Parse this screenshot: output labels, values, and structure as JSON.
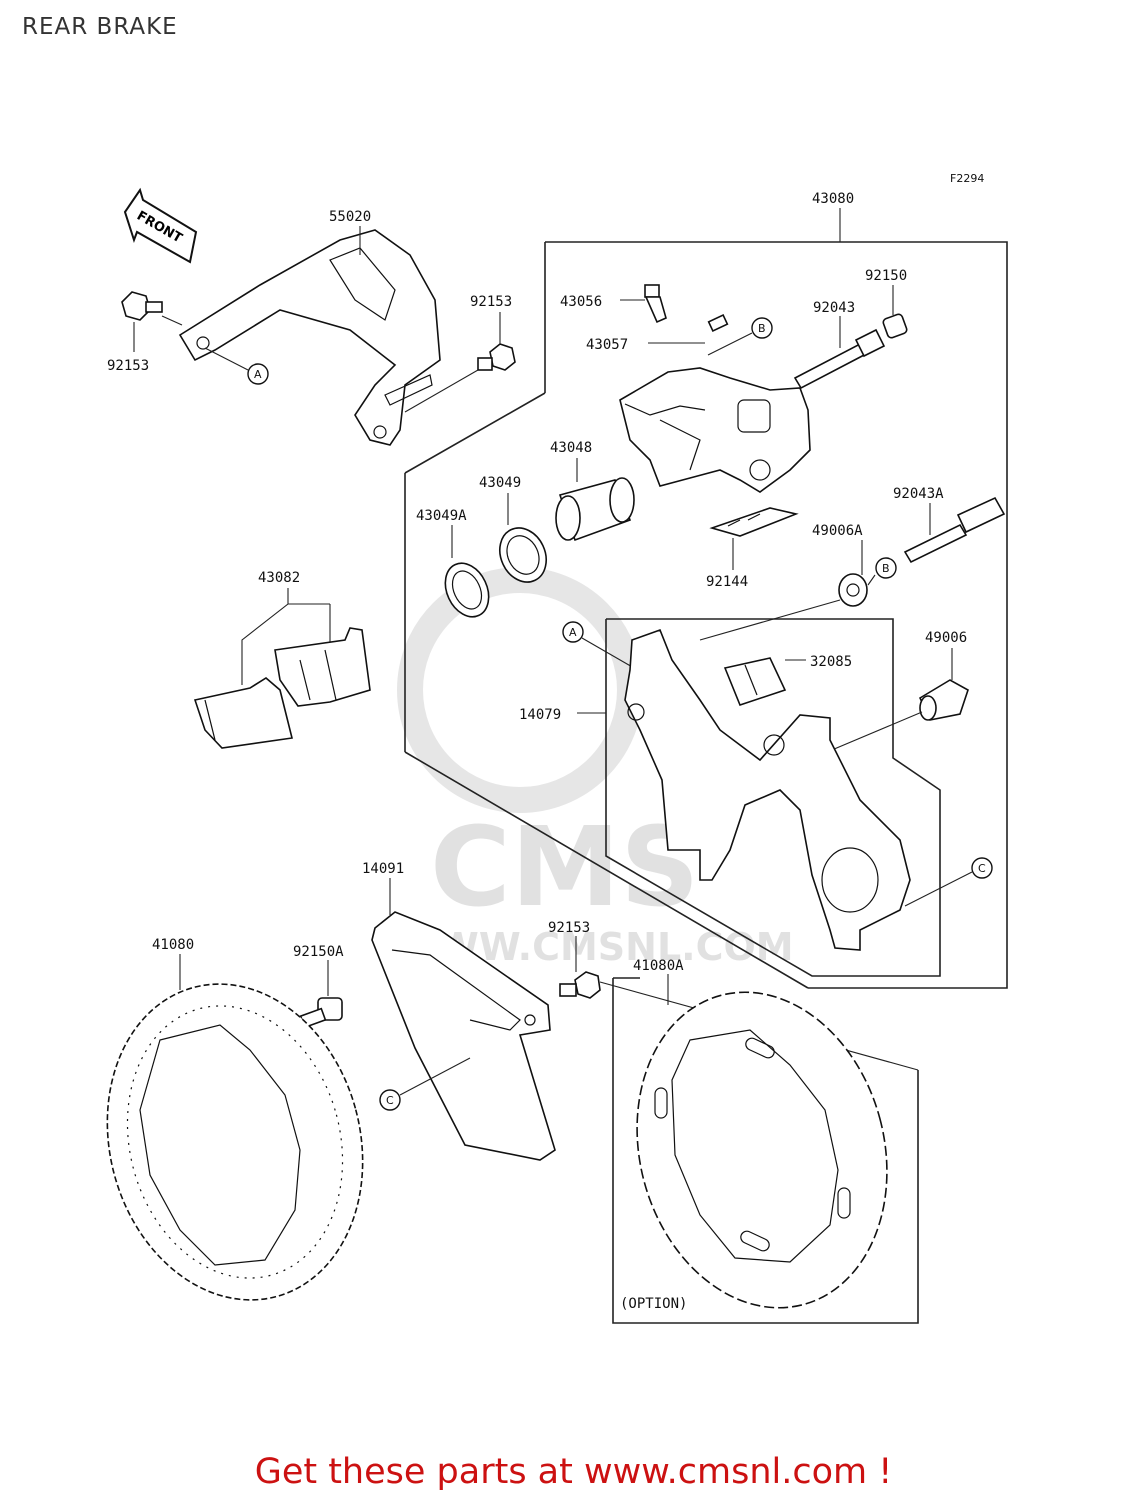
{
  "title": "REAR BRAKE",
  "figure_code": "F2294",
  "front_arrow_label": "FRONT",
  "watermark": {
    "big": "CMS",
    "url": "WWW.CMSNL.COM"
  },
  "parts": {
    "p55020": "55020",
    "p92153_a": "92153",
    "p92153_b": "92153",
    "p92153_c": "92153",
    "p43080": "43080",
    "p43056": "43056",
    "p43057": "43057",
    "p92150": "92150",
    "p92043": "92043",
    "p43048": "43048",
    "p43049": "43049",
    "p43049a": "43049A",
    "p92043a": "92043A",
    "p49006a": "49006A",
    "p92144": "92144",
    "p43082": "43082",
    "p32085": "32085",
    "p49006": "49006",
    "p14079": "14079",
    "p14091": "14091",
    "p41080": "41080",
    "p92150a": "92150A",
    "p41080a": "41080A"
  },
  "refs": {
    "a": "A",
    "b": "B",
    "c": "C"
  },
  "option_label": "(OPTION)",
  "footer": {
    "prefix": "Get these parts at ",
    "url": "www.cmsnl.com",
    "suffix": " !",
    "color": "#cc1111"
  }
}
